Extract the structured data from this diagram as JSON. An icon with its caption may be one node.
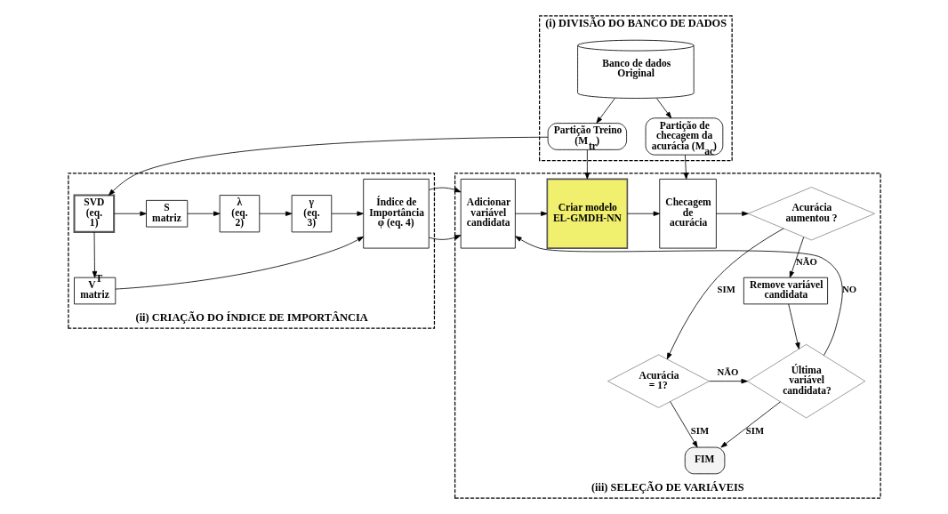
{
  "diagram": {
    "nodes": [
      {
        "text": [
          "(i) DIVISÃO DO BANCO DE DADOS"
        ]
      },
      {
        "text": [
          "Banco de dados Original"
        ],
        "in": 0
      },
      {
        "text": [
          "Partição Treino (M$_{tr}$)"
        ],
        "in": 0
      },
      {
        "text": [
          "Partição de checagem da acurácia (M$_{ac}$)"
        ],
        "in": 0
      },
      {
        "text": [
          "(ii) CRIAÇÃO DO ÍNDICE DE IMPORTÂNCIA"
        ]
      },
      {
        "text": [
          "SVD (eq. 1)"
        ],
        "in": 4
      },
      {
        "text": [
          "S matriz"
        ],
        "in": 4
      },
      {
        "text": [
          "V$^{T}$ matriz"
        ],
        "in": 4
      },
      {
        "text": [
          "λ (eq. 2)"
        ],
        "in": 4
      },
      {
        "text": [
          "γ (eq. 3)"
        ],
        "in": 4
      },
      {
        "text": [
          "Índice de Importância φ (eq. 4)"
        ],
        "in": 4
      },
      {
        "text": [
          "(iii) SELEÇÃO DE VARIÁVEIS"
        ]
      },
      {
        "text": [
          "Adicionar variável candidata"
        ],
        "in": 11
      },
      {
        "text": [
          "Criar modelo EL-GMDH-NN"
        ],
        "in": 11
      },
      {
        "text": [
          "Checagem de acurácia"
        ],
        "in": 11
      },
      {
        "text": [
          "Acurácia aumentou ?"
        ],
        "in": 11
      },
      {
        "text": [
          "Remove variável candidata"
        ],
        "in": 11
      },
      {
        "text": [
          "Acurácia = 1?"
        ],
        "in": 11
      },
      {
        "text": [
          "Última variável candidata?"
        ],
        "in": 11
      },
      {
        "text": [
          "FIM"
        ],
        "in": 11
      }
    ],
    "edges": [
      {
        "from": 1,
        "to": 2,
        "arrow": "to"
      },
      {
        "from": 1,
        "to": 3,
        "arrow": "to"
      },
      {
        "from": 2,
        "to": 5,
        "arrow": "to"
      },
      {
        "from": 2,
        "to": 13,
        "arrow": "to"
      },
      {
        "from": 3,
        "to": 14,
        "arrow": "to"
      },
      {
        "from": 5,
        "to": 6,
        "arrow": "to"
      },
      {
        "from": 5,
        "to": 7,
        "arrow": "to"
      },
      {
        "from": 6,
        "to": 8,
        "arrow": "to"
      },
      {
        "from": 8,
        "to": 9,
        "arrow": "to"
      },
      {
        "from": 9,
        "to": 10,
        "arrow": "to"
      },
      {
        "from": 7,
        "to": 10,
        "arrow": "to"
      },
      {
        "from": 10,
        "to": 12,
        "arrow": "to"
      },
      {
        "from": 12,
        "to": 13,
        "arrow": "to"
      },
      {
        "from": 13,
        "to": 14,
        "arrow": "to"
      },
      {
        "from": 14,
        "to": 15,
        "arrow": "to"
      },
      {
        "from": 15,
        "to": 16,
        "arrow": "to",
        "label": "NÃO"
      },
      {
        "from": 15,
        "to": 17,
        "arrow": "to",
        "label": "SIM"
      },
      {
        "from": 16,
        "to": 18,
        "arrow": "to"
      },
      {
        "from": 17,
        "to": 18,
        "arrow": "to",
        "label": "NÃO"
      },
      {
        "from": 18,
        "to": 12,
        "arrow": "to",
        "label": "NO"
      },
      {
        "from": 18,
        "to": 19,
        "arrow": "to",
        "label": "SIM"
      },
      {
        "from": 17,
        "to": 19,
        "arrow": "to",
        "label": "SIM"
      }
    ]
  }
}
